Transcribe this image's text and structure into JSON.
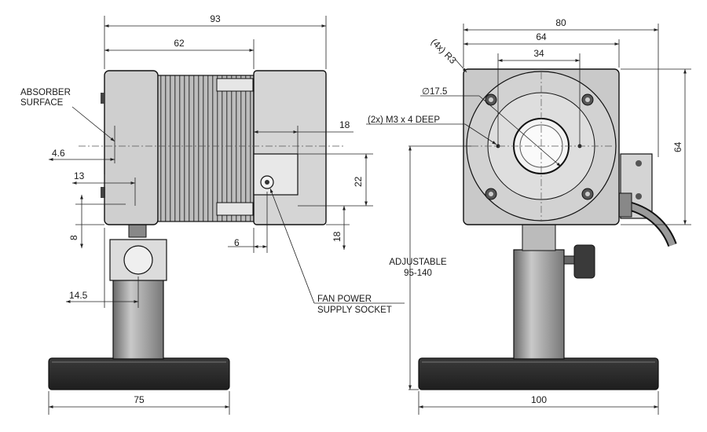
{
  "side_view": {
    "dimensions": {
      "overall_length": "93",
      "head_length": "62",
      "absorber_offset": "4.6",
      "socket_depth": "18",
      "socket_height": "22",
      "clamp_offset": "13",
      "post_gap": "8",
      "socket_width": "6",
      "lower_height": "18",
      "post_offset": "14.5",
      "base_length": "75"
    },
    "labels": {
      "absorber_line1": "ABSORBER",
      "absorber_line2": "SURFACE",
      "fan_line1": "FAN POWER",
      "fan_line2": "SUPPLY SOCKET"
    }
  },
  "front_view": {
    "dimensions": {
      "overall_width": "80",
      "hole_spacing_outer": "64",
      "hole_spacing_inner": "34",
      "corner_radius": "(4x) R3",
      "aperture": "∅17.5",
      "threads": "(2x) M3 x 4 DEEP",
      "plate_height": "64",
      "height_line1": "ADJUSTABLE",
      "height_line2": "95-140",
      "base_width": "100"
    }
  }
}
